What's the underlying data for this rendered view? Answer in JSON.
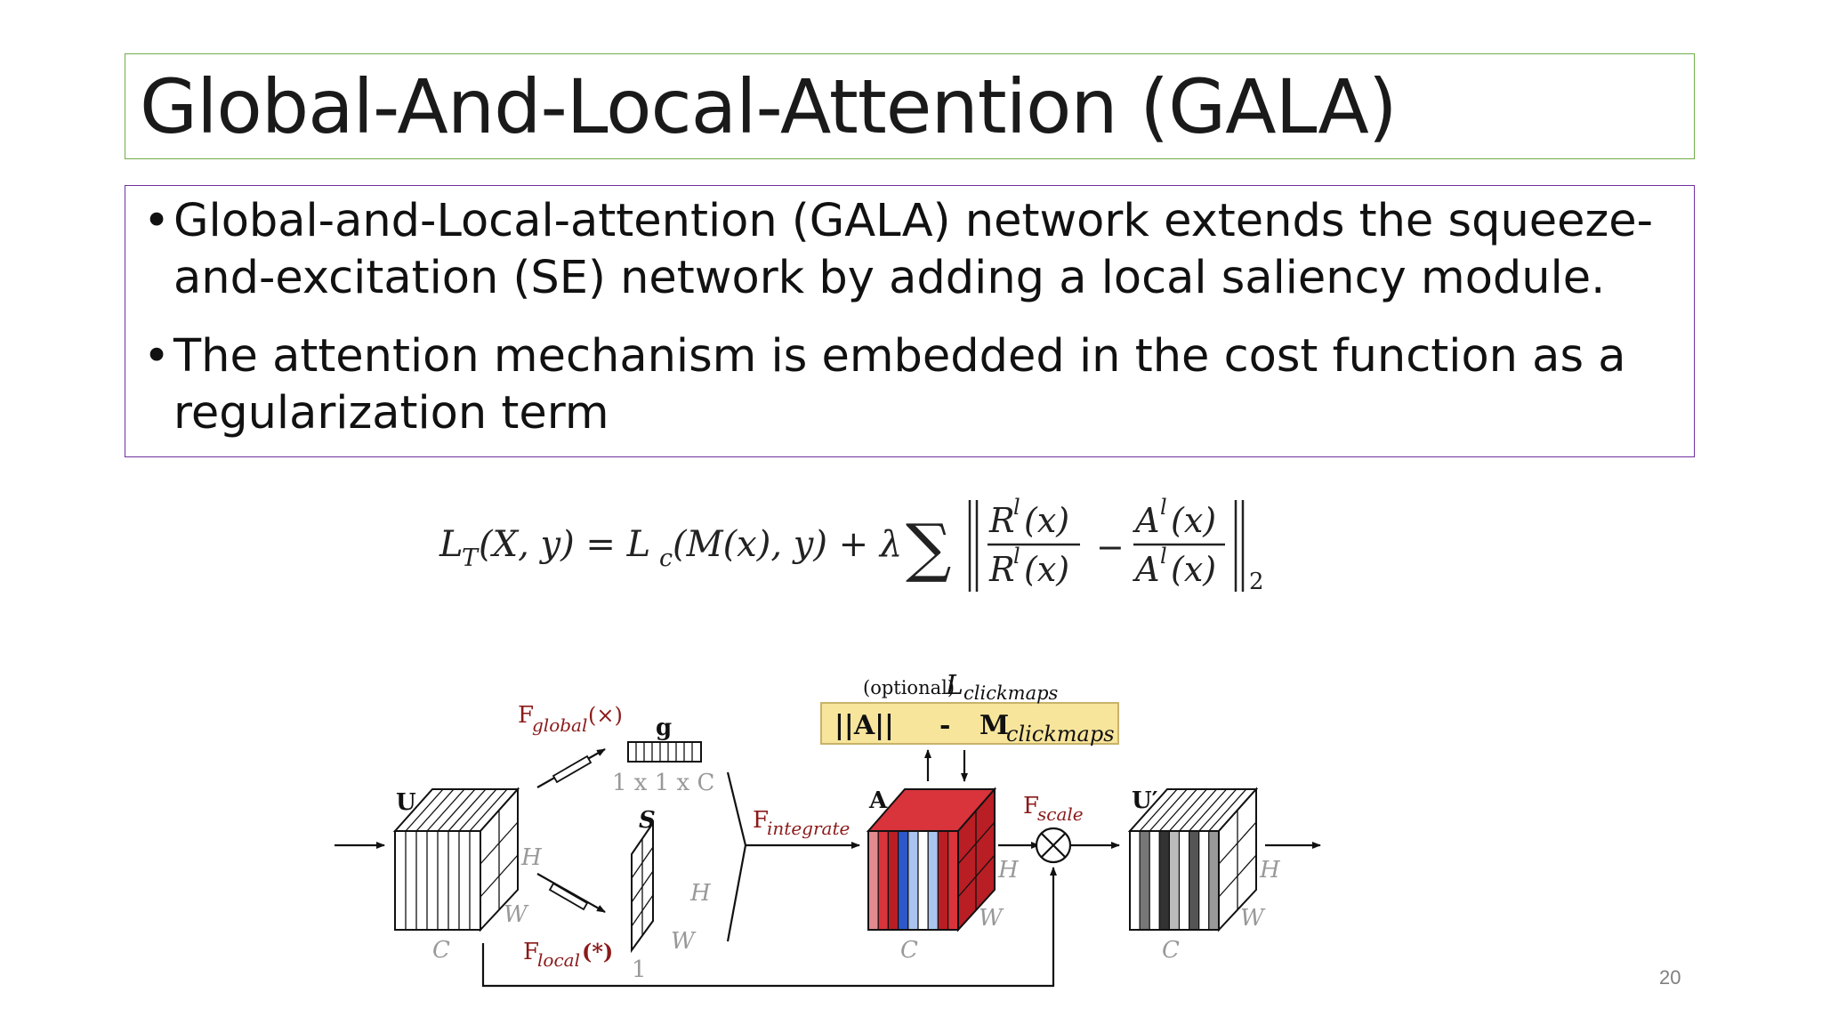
{
  "slide": {
    "title": "Global-And-Local-Attention (GALA)",
    "bullets": [
      "Global-and-Local-attention (GALA) network extends the squeeze-and-excitation (SE) network by adding a local saliency module.",
      "The attention mechanism is embedded in the cost function as a regularization term"
    ],
    "bullet_glyph": "•",
    "page_number": "20"
  },
  "equation": {
    "lhs": "L",
    "lhs_sub": "T",
    "lhs_args": "(X, y) = L",
    "c_sub": "c",
    "rhs_args": "(M(x), y) + λ",
    "sum": "∑",
    "num1": "R",
    "num1_sup": "l",
    "num1_arg": "(x)",
    "den1": "R",
    "den1_sup": "l",
    "den1_arg": "(x)",
    "minus": "−",
    "num2": "A",
    "num2_sup": "l",
    "num2_arg": "(x)",
    "den2": "A",
    "den2_sup": "l",
    "den2_arg": "(x)",
    "norm_sub": "2"
  },
  "diagram": {
    "optional": "(optional)",
    "L_clickmaps": "L",
    "L_clickmaps_sub": "clickmaps",
    "box_norm": "||A||",
    "box_minus": "-",
    "box_M": "M",
    "box_M_sub": "clickmaps",
    "F_global": "F",
    "F_global_sub": "global",
    "F_global_op": "(×)",
    "g_label": "g",
    "g_dims": "1 x 1 x C",
    "U_label": "U",
    "S_label": "S",
    "F_integrate": "F",
    "F_integrate_sub": "integrate",
    "A_label": "A",
    "F_scale": "F",
    "F_scale_sub": "scale",
    "U_prime_label": "U′",
    "F_local": "F",
    "F_local_sub": "local",
    "F_local_op": "(*)",
    "H": "H",
    "W": "W",
    "C": "C",
    "one": "1",
    "colors": {
      "dark_red": "#b81e24",
      "red": "#d9333c",
      "light_red": "#e38a8f",
      "blue": "#2e58c9",
      "light_blue": "#a9c4ee",
      "highlight_box": "#f7e59c",
      "label_red": "#8b1a1a"
    }
  }
}
